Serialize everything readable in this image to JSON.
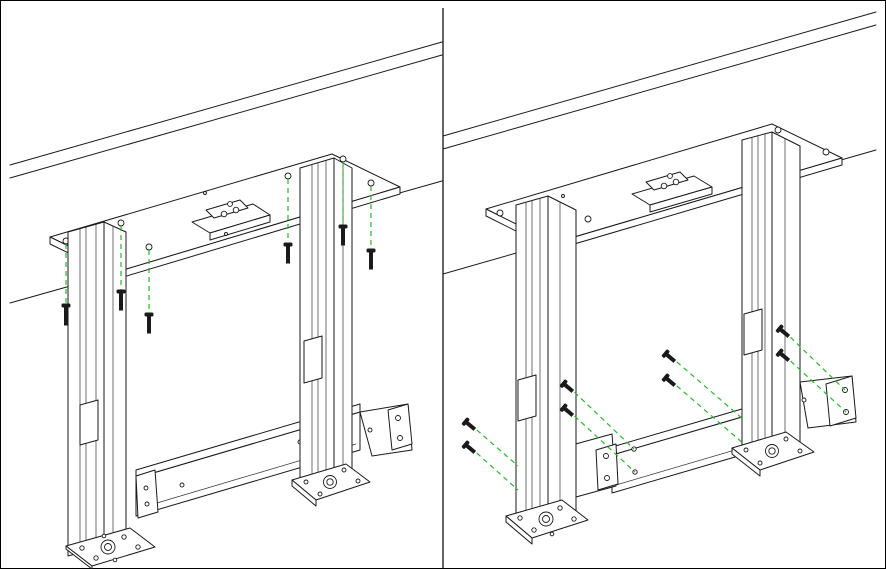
{
  "figure": {
    "panels": [
      {
        "id": "left",
        "step": "attach-columns-to-frame",
        "screw_count": 6,
        "guide_color": "#2db52d"
      },
      {
        "id": "right",
        "step": "attach-crossbar-to-columns",
        "screw_count": 8,
        "guide_color": "#2db52d"
      }
    ],
    "colors": {
      "line": "#1a1a1a",
      "guide": "#2db52d",
      "background": "#ffffff"
    }
  }
}
